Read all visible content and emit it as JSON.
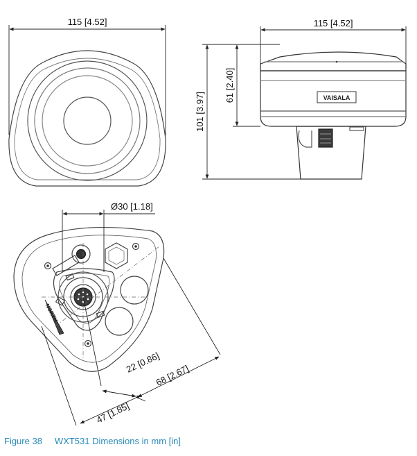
{
  "dimensions": {
    "top_view_width": "115 [4.52]",
    "side_view_width": "115 [4.52]",
    "total_height": "101 [3.97]",
    "head_height": "61 [2.40]",
    "connector_diameter": "Ø30 [1.18]",
    "center_offset": "22 [0.86]",
    "mount_distance": "68 [2.67]",
    "mount_offset": "47 [1.85]"
  },
  "labels": {
    "brand": "VAISALA",
    "north": "NORTH"
  },
  "caption": {
    "figure_number": "Figure 38",
    "text": "WXT531 Dimensions in mm [in]"
  },
  "colors": {
    "caption": "#2a8ab8",
    "line": "#333333"
  }
}
